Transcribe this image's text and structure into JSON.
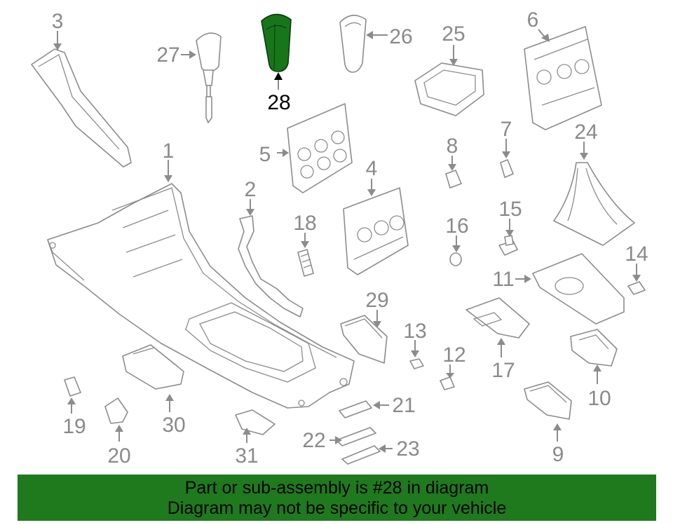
{
  "callouts": {
    "c1": "1",
    "c2": "2",
    "c3": "3",
    "c4": "4",
    "c5": "5",
    "c6": "6",
    "c7": "7",
    "c8": "8",
    "c9": "9",
    "c10": "10",
    "c11": "11",
    "c12": "12",
    "c13": "13",
    "c14": "14",
    "c15": "15",
    "c16": "16",
    "c17": "17",
    "c18": "18",
    "c19": "19",
    "c20": "20",
    "c21": "21",
    "c22": "22",
    "c23": "23",
    "c24": "24",
    "c25": "25",
    "c26": "26",
    "c27": "27",
    "c28": "28",
    "c29": "29",
    "c30": "30",
    "c31": "31"
  },
  "highlight": {
    "part_number": "28",
    "color": "#17761a"
  },
  "banner": {
    "line1": "Part or sub-assembly is #28 in diagram",
    "line2": "Diagram may not be specific to your vehicle",
    "color": "#1f7a1e"
  }
}
